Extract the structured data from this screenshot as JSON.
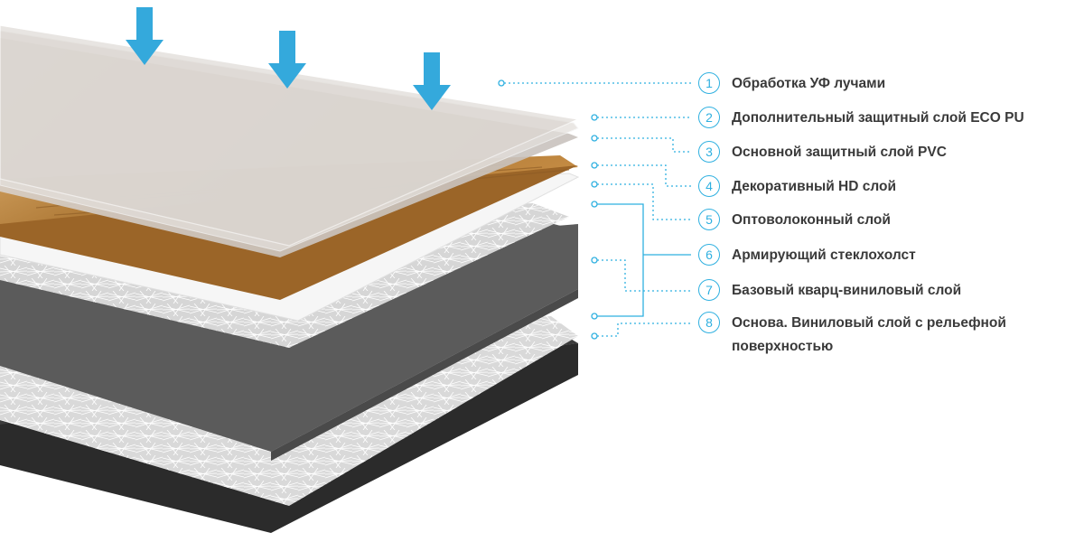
{
  "colors": {
    "accent": "#2fb0e0",
    "text": "#3a3a3a",
    "wood": "#a8722f",
    "base_gray": "#666666",
    "base_dark": "#2a2a2a"
  },
  "icons": [
    "down-arrow-icon"
  ],
  "legend": [
    {
      "number": "1",
      "label": "Обработка УФ лучами"
    },
    {
      "number": "2",
      "label": "Дополнительный защитный слой ECO PU"
    },
    {
      "number": "3",
      "label": "Основной защитный слой PVC"
    },
    {
      "number": "4",
      "label": "Декоративный HD слой"
    },
    {
      "number": "5",
      "label": "Оптоволоконный слой"
    },
    {
      "number": "6",
      "label": "Армирующий стеклохолст"
    },
    {
      "number": "7",
      "label": "Базовый кварц-виниловый слой"
    },
    {
      "number": "8",
      "label": "Основа. Виниловый слой с рельефной\nповерхностью"
    }
  ]
}
